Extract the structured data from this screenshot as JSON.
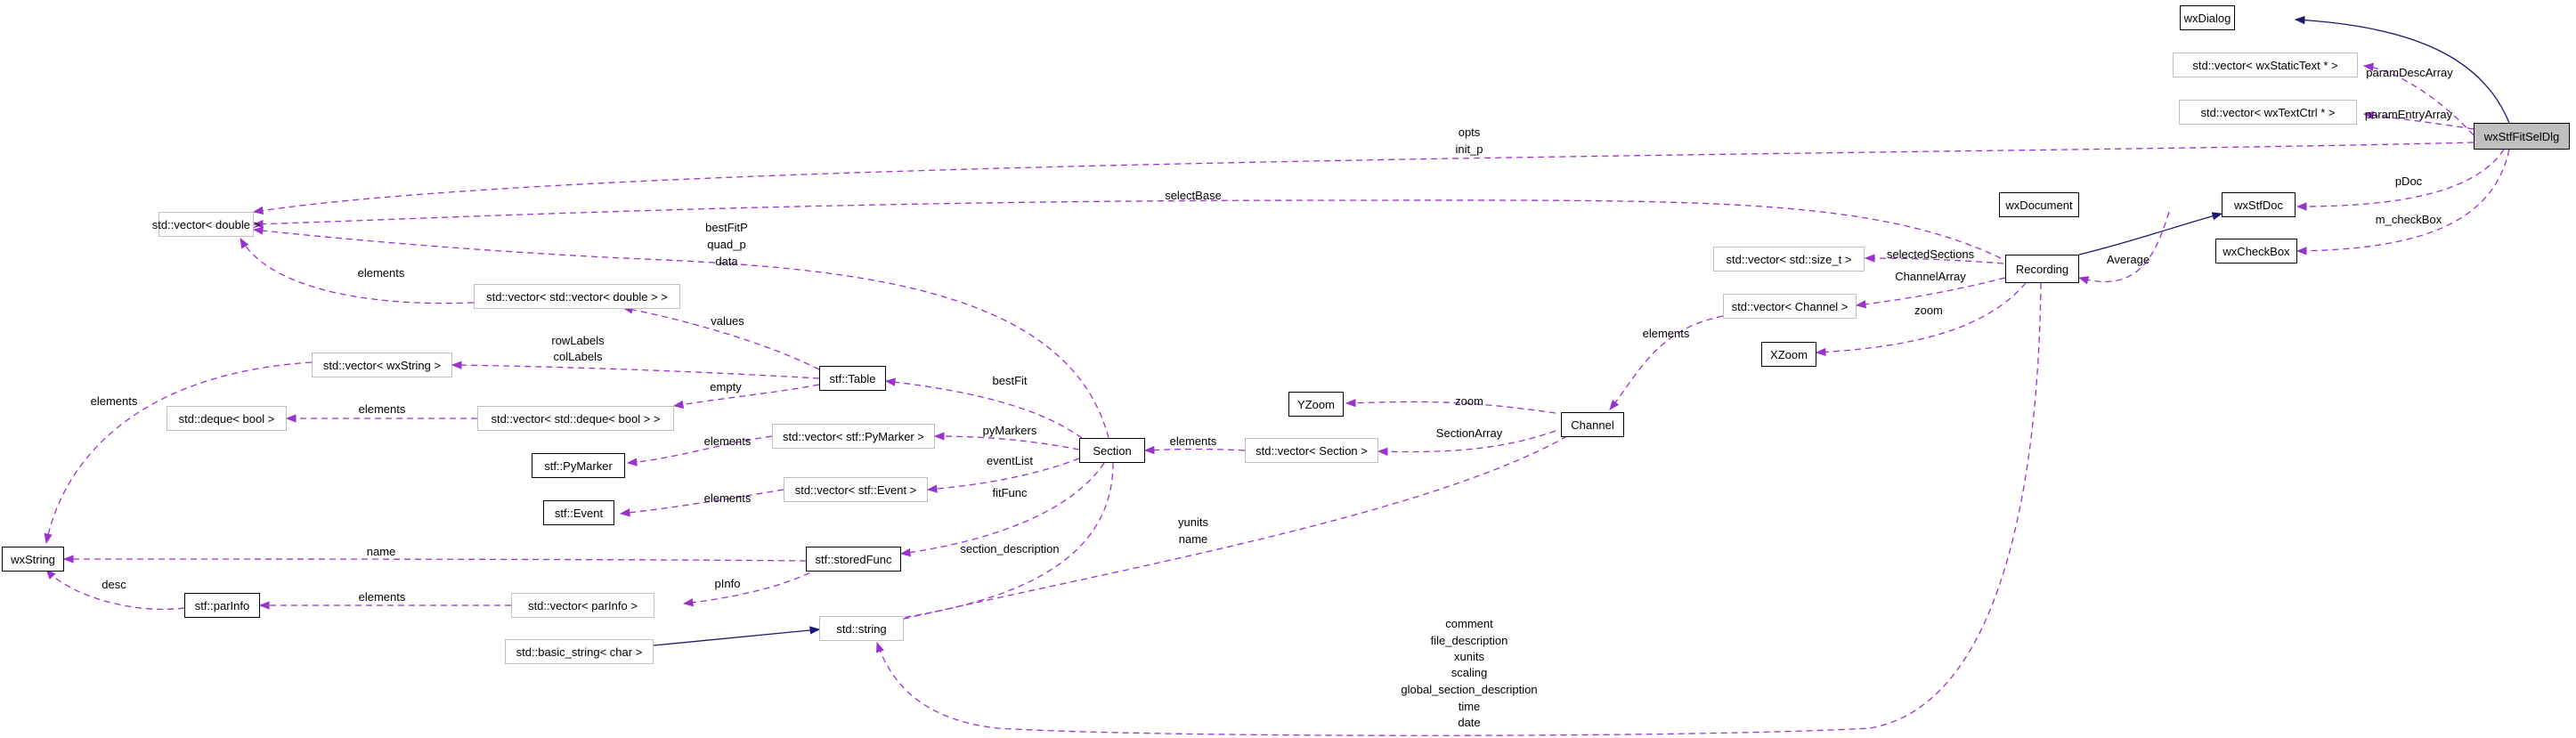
{
  "colors": {
    "inherit_edge": "#191970",
    "usage_edge": "#9a32cd",
    "focus_fill": "#bfbfbf",
    "template_border": "#bfbfbf",
    "node_border": "#000000"
  },
  "nodes": {
    "wxDialog": "wxDialog",
    "vec_wxStaticText": "std::vector< wxStaticText * >",
    "vec_wxTextCtrl": "std::vector< wxTextCtrl * >",
    "wxStfFitSelDlg": "wxStfFitSelDlg",
    "wxDocument": "wxDocument",
    "wxStfDoc": "wxStfDoc",
    "wxCheckBox": "wxCheckBox",
    "Recording": "Recording",
    "vec_size_t": "std::vector< std::size_t >",
    "vec_Channel": "std::vector< Channel >",
    "XZoom": "XZoom",
    "YZoom": "YZoom",
    "Channel": "Channel",
    "vec_Section": "std::vector< Section >",
    "Section": "Section",
    "vec_double": "std::vector< double >",
    "vec_vec_double": "std::vector< std::vector< double > >",
    "stf_Table": "stf::Table",
    "vec_wxString": "std::vector< wxString >",
    "vec_deque_bool": "std::vector< std::deque< bool > >",
    "deque_bool": "std::deque< bool >",
    "vec_PyMarker": "std::vector< stf::PyMarker >",
    "stf_PyMarker": "stf::PyMarker",
    "vec_Event": "std::vector< stf::Event >",
    "stf_Event": "stf::Event",
    "wxString": "wxString",
    "stf_storedFunc": "stf::storedFunc",
    "stf_parInfo": "stf::parInfo",
    "vec_parInfo": "std::vector< parInfo >",
    "std_string": "std::string",
    "basic_string": "std::basic_string< char >"
  },
  "edge_labels": {
    "paramDescArray": "paramDescArray",
    "paramEntryArray": "paramEntryArray",
    "opts": "opts",
    "init_p": "init_p",
    "pDoc": "pDoc",
    "m_checkBox": "m_checkBox",
    "selectBase": "selectBase",
    "Average": "Average",
    "selectedSections": "selectedSections",
    "ChannelArray": "ChannelArray",
    "zoom_x": "zoom",
    "elements_channel": "elements",
    "zoom_y": "zoom",
    "SectionArray": "SectionArray",
    "elements_section": "elements",
    "bestFitP": "bestFitP",
    "quad_p": "quad_p",
    "data": "data",
    "elements_vvd": "elements",
    "values": "values",
    "rowLabels": "rowLabels",
    "colLabels": "colLabels",
    "empty": "empty",
    "bestFit": "bestFit",
    "elements_deque": "elements",
    "elements_wxstring": "elements",
    "pyMarkers": "pyMarkers",
    "elements_pymarker": "elements",
    "eventList": "eventList",
    "elements_event": "elements",
    "fitFunc": "fitFunc",
    "name_func": "name",
    "section_description": "section_description",
    "yunits": "yunits",
    "name_channel": "name",
    "desc": "desc",
    "elements_parinfo": "elements",
    "pInfo": "pInfo",
    "comment": "comment",
    "file_description": "file_description",
    "xunits": "xunits",
    "scaling": "scaling",
    "global_section_description": "global_section_description",
    "time": "time",
    "date": "date"
  }
}
